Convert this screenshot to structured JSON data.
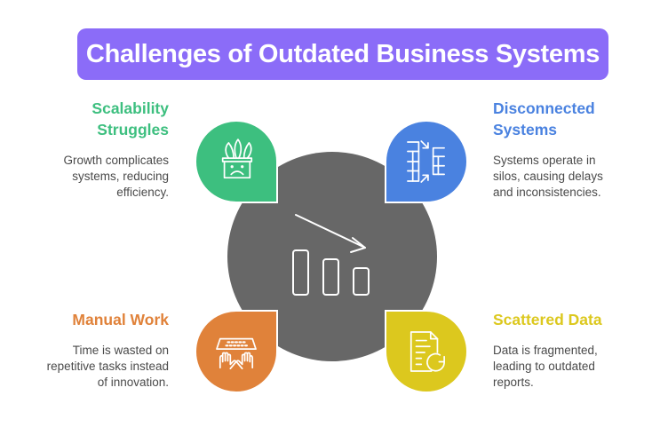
{
  "title": "Challenges of Outdated Business Systems",
  "colors": {
    "title_bg": "#8b6cf8",
    "core": "#676767",
    "scalability": "#3dbf7f",
    "disconnected": "#4a82e0",
    "manual": "#e0823a",
    "scattered": "#dcc81e"
  },
  "center": {
    "icon": "declining-bar-chart-icon"
  },
  "quadrants": [
    {
      "id": "scalability",
      "position": "top-left",
      "heading": "Scalability Struggles",
      "heading_lines": [
        "Scalability",
        "Struggles"
      ],
      "description_lines": [
        "Growth complicates",
        "systems, reducing",
        "efficiency."
      ],
      "icon": "sad-plant-pot-icon"
    },
    {
      "id": "disconnected",
      "position": "top-right",
      "heading": "Disconnected Systems",
      "heading_lines": [
        "Disconnected",
        "Systems"
      ],
      "description_lines": [
        "Systems operate in",
        "silos, causing delays",
        "and inconsistencies."
      ],
      "icon": "disconnected-tables-icon"
    },
    {
      "id": "manual",
      "position": "bottom-left",
      "heading": "Manual Work",
      "heading_lines": [
        "Manual Work"
      ],
      "description_lines": [
        "Time is wasted on",
        "repetitive tasks instead",
        "of innovation."
      ],
      "icon": "hands-typing-keyboard-icon"
    },
    {
      "id": "scattered",
      "position": "bottom-right",
      "heading": "Scattered Data",
      "heading_lines": [
        "Scattered Data"
      ],
      "description_lines": [
        "Data is fragmented,",
        "leading to outdated",
        "reports."
      ],
      "icon": "document-refresh-icon"
    }
  ]
}
